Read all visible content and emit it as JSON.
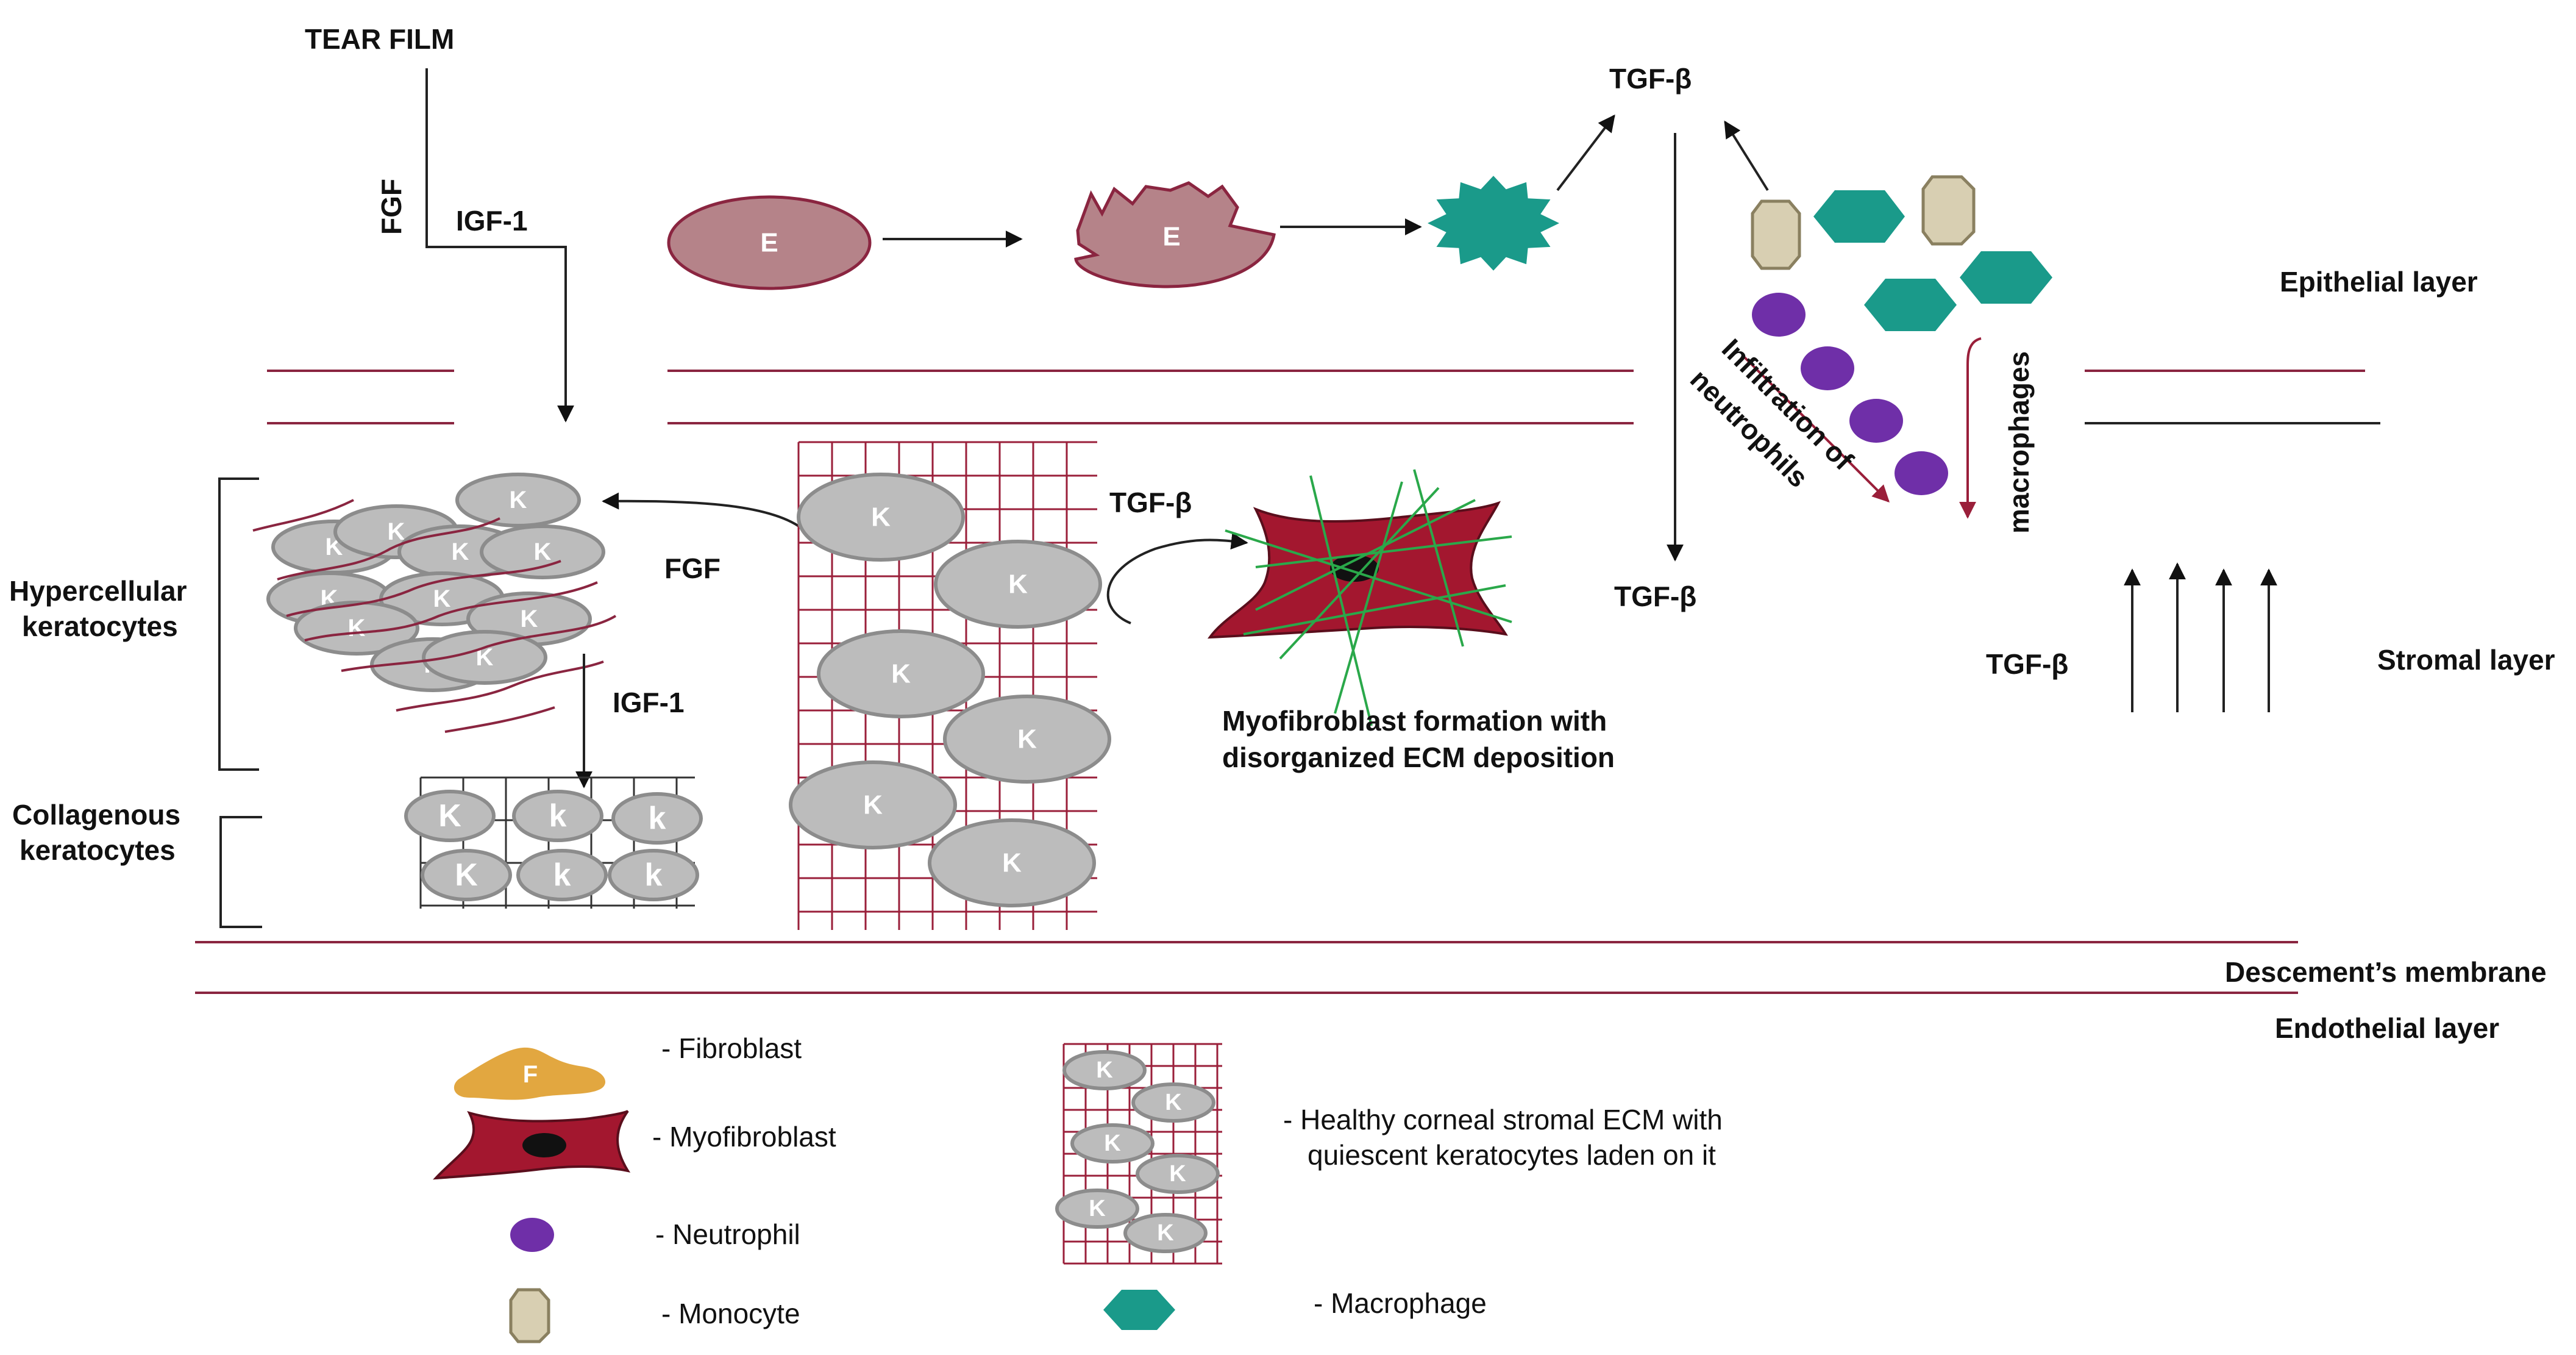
{
  "labels": {
    "tear_film": "TEAR FILM",
    "fgf_vertical": "FGF",
    "igf1_top": "IGF-1",
    "tgfb_top": "TGF-β",
    "epithelial_layer": "Epithelial layer",
    "infiltration_neutrophils": [
      "Infiltration of",
      "neutrophils"
    ],
    "macrophages_vertical": "macrophages",
    "tgfb_mid": "TGF-β",
    "tgfb_ecm": "TGF-β",
    "fgf_mid": "FGF",
    "igf1_mid": "IGF-1",
    "hypercellular_keratocytes": [
      "Hypercellular",
      "keratocytes"
    ],
    "collagenous_keratocytes": [
      "Collagenous",
      "keratocytes"
    ],
    "myofibroblast_caption": [
      "Myofibroblast formation with",
      "disorganized ECM deposition"
    ],
    "tgfb_right": "TGF-β",
    "stromal_layer": "Stromal layer",
    "descemets_membrane": "Descement’s membrane",
    "endothelial_layer": "Endothelial layer"
  },
  "cells": {
    "epithelial": "E",
    "keratocyte": "K",
    "keratocyte_lower": "k",
    "fibroblast": "F"
  },
  "legend": {
    "fibroblast": "- Fibroblast",
    "myofibroblast": "- Myofibroblast",
    "neutrophil": "-  Neutrophil",
    "monocyte": "-  Monocyte",
    "ecm": [
      "-  Healthy corneal stromal ECM with",
      "quiescent keratocytes laden on it"
    ],
    "macrophage": "-  Macrophage"
  },
  "colors": {
    "epithelial_cell": "#b58389",
    "keratocyte": "#bcbcbc",
    "keratocyte_stroke": "#8c8c8c",
    "ecm_grid": "#9a1f3a",
    "membrane_line": "#8a2540",
    "myofibroblast": "#a3172f",
    "collagen_fiber": "#2aa84a",
    "macrophage": "#1a9a8a",
    "monocyte": "#d8cfb2",
    "neutrophil": "#6f2fa8",
    "fibroblast": "#e2a740"
  },
  "icons": [
    "arrow-icon",
    "epithelial-cell-icon",
    "damaged-epithelial-cell-icon",
    "star-signal-icon",
    "keratocyte-icon",
    "myofibroblast-icon",
    "neutrophil-icon",
    "monocyte-icon",
    "macrophage-icon",
    "fibroblast-icon"
  ]
}
